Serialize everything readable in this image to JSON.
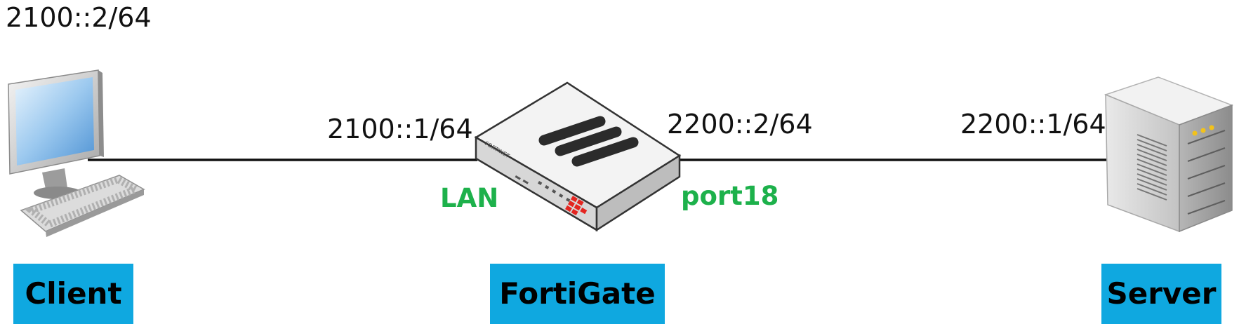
{
  "nodes": {
    "client": {
      "label": "Client",
      "address": "2100::2/64"
    },
    "fortigate": {
      "label": "FortiGate",
      "left_interface": {
        "name": "LAN",
        "address": "2100::1/64"
      },
      "right_interface": {
        "name": "port18",
        "address": "2200::2/64"
      },
      "brand_text": "FORTINET"
    },
    "server": {
      "label": "Server",
      "address": "2200::1/64"
    }
  },
  "colors": {
    "label_box": "#0fa8e0",
    "interface_text": "#1db14b",
    "link": "#111111"
  }
}
